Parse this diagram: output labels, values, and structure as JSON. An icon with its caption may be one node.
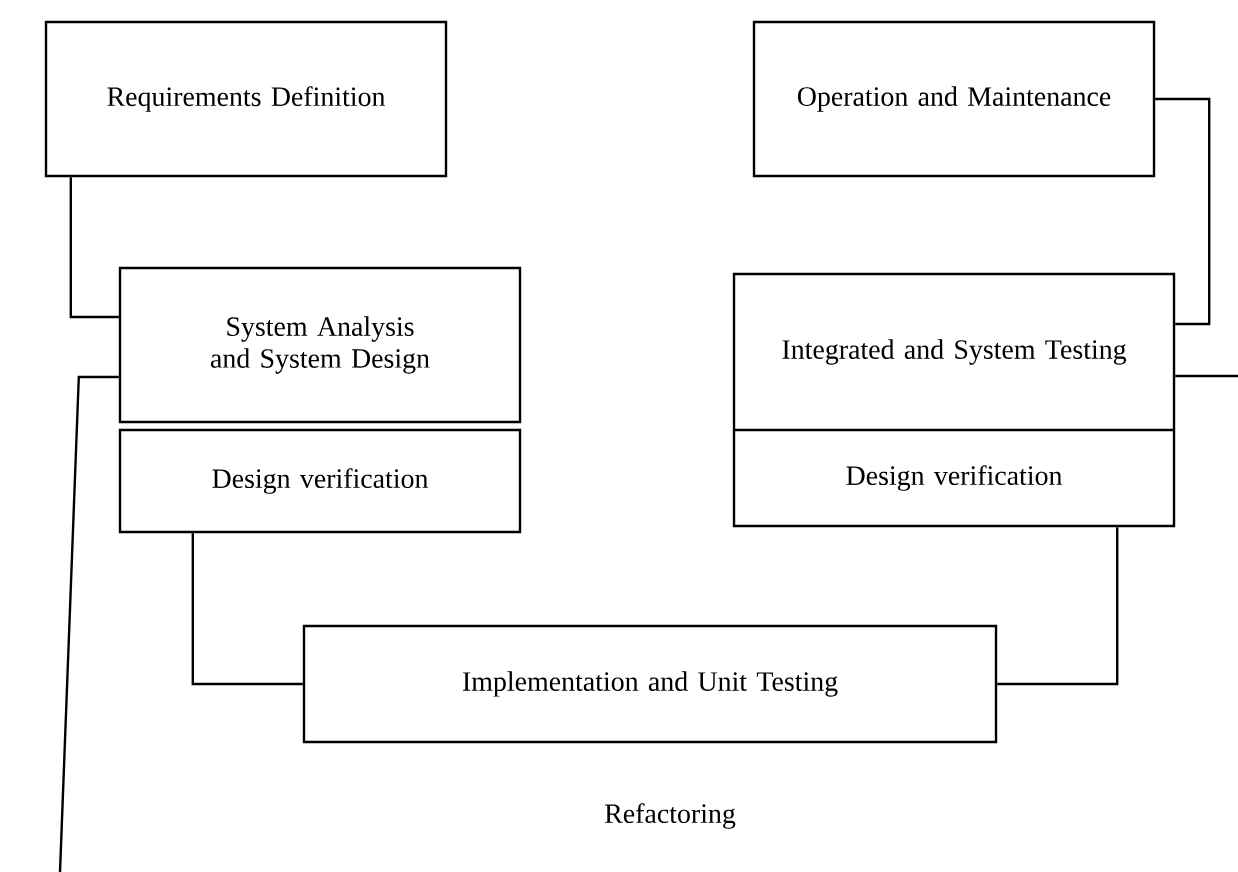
{
  "diagram": {
    "nodes": [
      {
        "text": [
          "Requirements Definition"
        ]
      },
      {
        "text": [
          "Operation and Maintenance"
        ]
      },
      {
        "text": [
          "System Analysis and System Design"
        ]
      },
      {
        "text": [
          "Integrated and System Testing",
          "Design verification"
        ]
      },
      {
        "text": [
          "Design verification"
        ]
      },
      {
        "text": [
          "Implementation and Unit Testing"
        ]
      }
    ],
    "edges": [
      {
        "from": 0,
        "to": 2,
        "arrow": "none"
      },
      {
        "from": 1,
        "to": 3,
        "arrow": "none"
      },
      {
        "from": 4,
        "to": 5,
        "arrow": "none"
      },
      {
        "from": 3,
        "to": 5,
        "arrow": "none"
      },
      {
        "from": 2,
        "to": null,
        "arrow": "none"
      },
      {
        "from": 3,
        "to": null,
        "arrow": "none"
      }
    ],
    "labels": [
      "Refactoring"
    ]
  }
}
